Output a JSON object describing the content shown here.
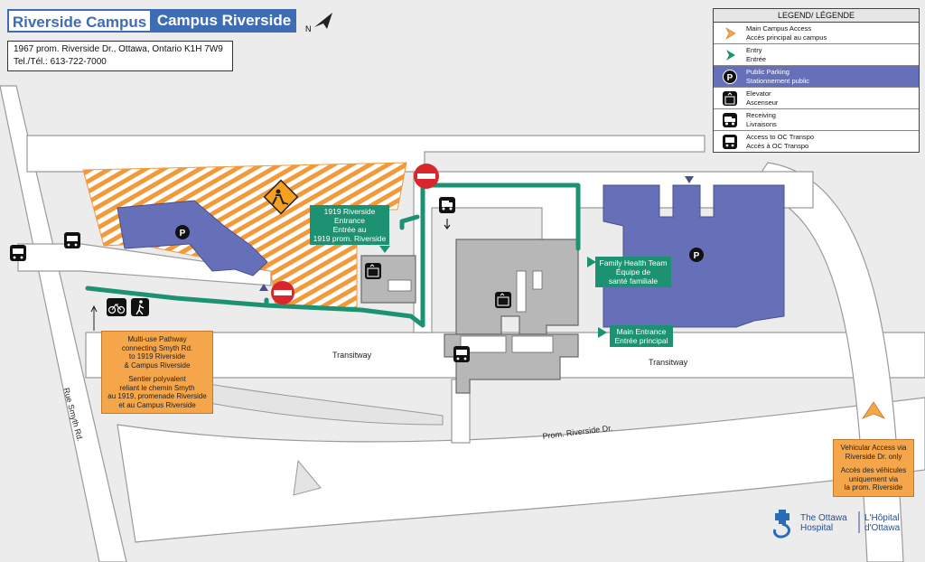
{
  "title": {
    "en": "Riverside Campus",
    "fr": "Campus Riverside"
  },
  "compass": {
    "label": "N"
  },
  "address": {
    "line1": "1967 prom. Riverside Dr., Ottawa, Ontario K1H 7W9",
    "line2": "Tel./Tél.: 613-722-7000"
  },
  "legend": {
    "title": "LEGEND/ LÉGENDE",
    "items": [
      {
        "icon": "orange-arrow-icon",
        "en": "Main Campus Access",
        "fr": "Accès principal au campus"
      },
      {
        "icon": "green-arrow-icon",
        "en": "Entry",
        "fr": "Entrée"
      },
      {
        "icon": "parking-icon",
        "en": "Public Parking",
        "fr": "Stationnement public"
      },
      {
        "icon": "elevator-icon",
        "en": "Elevator",
        "fr": "Ascenseur"
      },
      {
        "icon": "truck-icon",
        "en": "Receiving",
        "fr": "Livraisons"
      },
      {
        "icon": "bus-icon",
        "en": "Access to OC Transpo",
        "fr": "Accès à OC Transpo"
      }
    ]
  },
  "labels": {
    "entrance_1919": {
      "l1": "1919 Riverside",
      "l2": "Entrance",
      "l3": "Entrée au",
      "l4": "1919 prom. Riverside"
    },
    "family_health": {
      "l1": "Family Health Team",
      "l2": "Équipe de",
      "l3": "santé familiale"
    },
    "main_entrance": {
      "l1": "Main Entrance",
      "l2": "Entrée principal"
    },
    "pathway": {
      "en1": "Multi-use Pathway",
      "en2": "connecting Smyth Rd.",
      "en3": "to 1919 Riverside",
      "en4": "& Campus Riverside",
      "fr1": "Sentier polyvalent",
      "fr2": "reliant le chemin Smyth",
      "fr3": "au 1919, promenade Riverside",
      "fr4": "et au Campus Riverside"
    },
    "vehicular": {
      "en1": "Vehicular Access via",
      "en2": "Riverside Dr. only",
      "fr1": "Accès des véhicules",
      "fr2": "uniquement via",
      "fr3": "la prom. Riverside"
    }
  },
  "roads": {
    "transitway_left": "Transitway",
    "transitway_right": "Transitway",
    "riverside": "Prom. Riverside Dr.",
    "smyth": "Rue Smyth Rd."
  },
  "logo": {
    "en1": "The Ottawa",
    "en2": "Hospital",
    "fr1": "L'Hôpital",
    "fr2": "d'Ottawa"
  },
  "colors": {
    "brand_blue": "#3e6db5",
    "parking": "#6670b8",
    "entry_green": "#1d9273",
    "access_orange": "#f5a54a",
    "building": "#b7b7b7"
  }
}
